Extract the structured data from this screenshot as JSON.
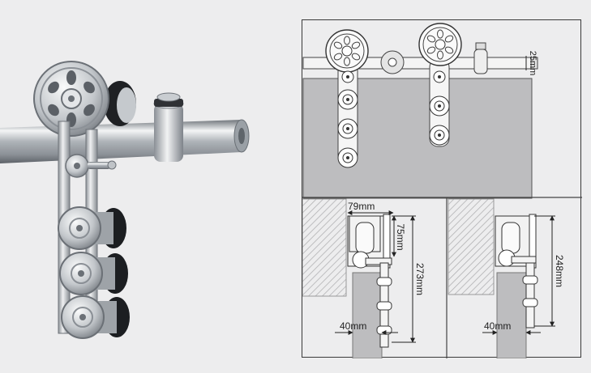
{
  "dimensions": {
    "rail_diameter": "25mm",
    "wheel_offset": "79mm",
    "hanger_short": "75mm",
    "hanger_total_left": "273mm",
    "door_thickness_left": "40mm",
    "hanger_total_right": "248mm",
    "door_thickness_right": "40mm"
  },
  "colors": {
    "background": "#ededee",
    "door_gray": "#bdbdbf",
    "line": "#3a3a3a",
    "steel_light": "#e9ebed",
    "steel_dark": "#7d8389"
  }
}
